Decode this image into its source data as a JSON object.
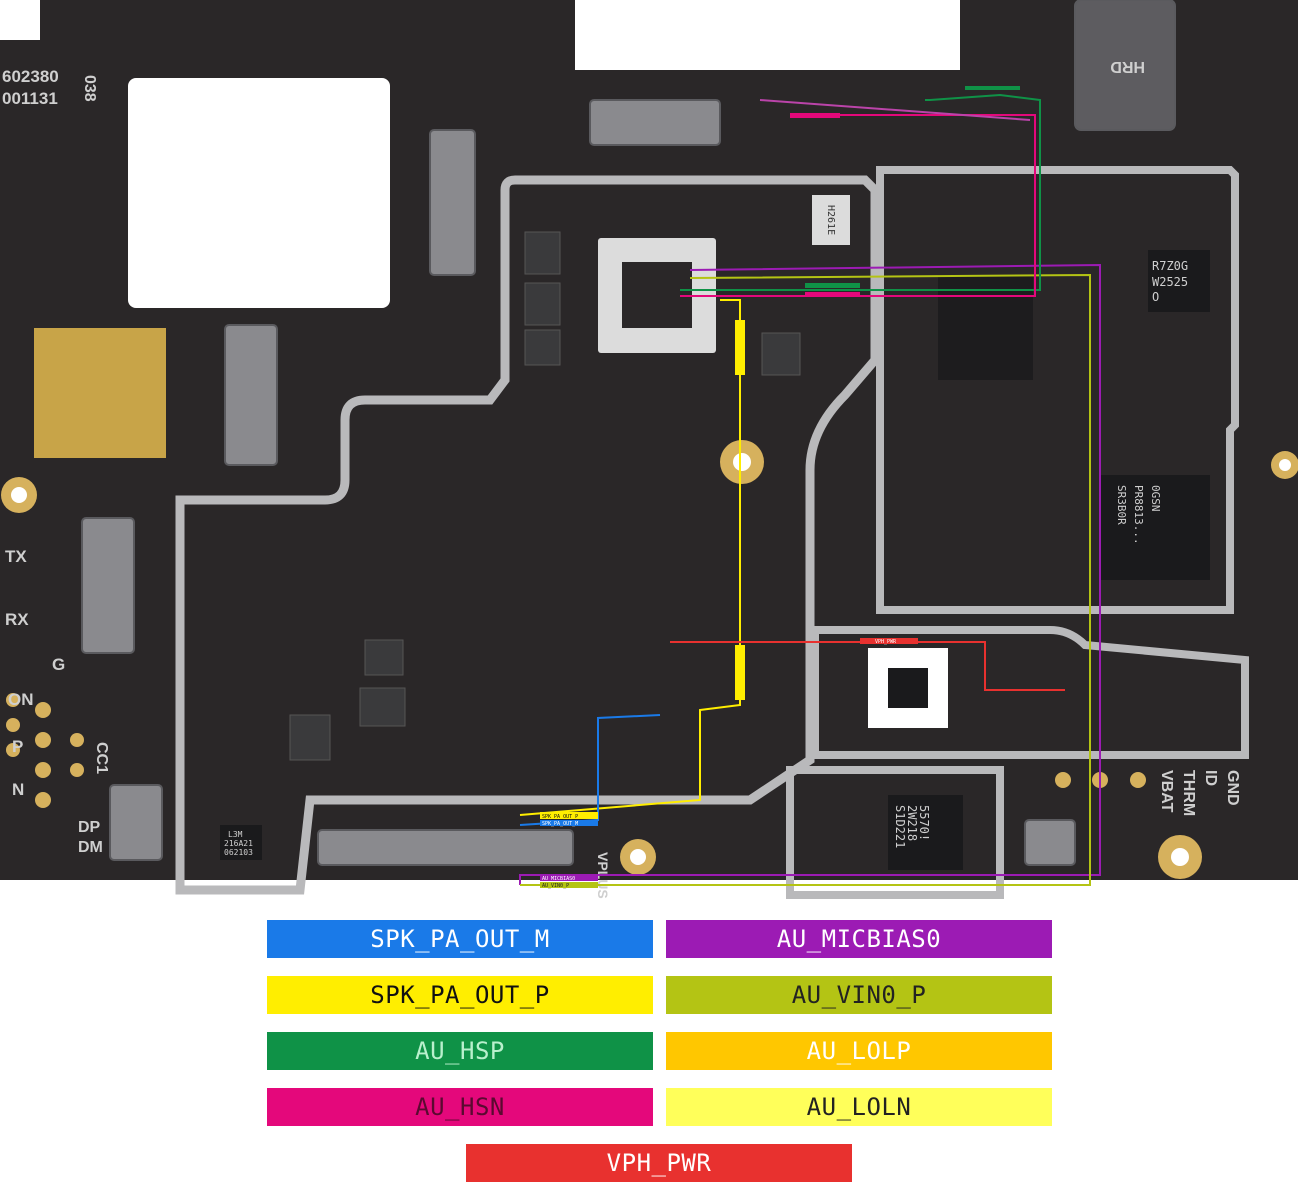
{
  "board": {
    "silkscreen_left": [
      "602380",
      "001131",
      "TX",
      "RX",
      "G",
      "ON",
      "P",
      "N",
      "CC1",
      "DP",
      "DM"
    ],
    "silkscreen_bottom_right": [
      "VBAT",
      "THRM",
      "ID",
      "GND"
    ],
    "vplus_label": "VPLUS",
    "hrd_label": "HRD",
    "top_text": "038",
    "chip_labels": {
      "ic_right_top": [
        "R7Z0G",
        "W2525",
        "O"
      ],
      "ic_right_mid": [
        "SR3B0R",
        "PR8813...",
        "0GSN"
      ],
      "ic_bottom": [
        "5570!",
        "2W218",
        "S1D221"
      ],
      "ic_small_left": [
        "L3M",
        "216A21",
        "062103"
      ],
      "ic_cap": "H261E"
    },
    "trace_tags": {
      "spk_p": "SPK_PA_OUT_P",
      "spk_m": "SPK_PA_OUT_M",
      "micbias": "AU_MICBIAS0",
      "vin": "AU_VIN0_P",
      "vph": "VPH_PWR"
    }
  },
  "legend": [
    {
      "label": "SPK_PA_OUT_M",
      "color": "#1a7ae8",
      "text_color": "#ffffff"
    },
    {
      "label": "AU_MICBIAS0",
      "color": "#9c1bb4",
      "text_color": "#ffffff"
    },
    {
      "label": "SPK_PA_OUT_P",
      "color": "#ffee00",
      "text_color": "#111111"
    },
    {
      "label": "AU_VIN0_P",
      "color": "#b4c414",
      "text_color": "#222222"
    },
    {
      "label": "AU_HSP",
      "color": "#0f9247",
      "text_color": "#b9f0cd"
    },
    {
      "label": "AU_LOLP",
      "color": "#ffc700",
      "text_color": "#ffffff"
    },
    {
      "label": "AU_HSN",
      "color": "#e4087b",
      "text_color": "#5a0a30"
    },
    {
      "label": "AU_LOLN",
      "color": "#ffff5a",
      "text_color": "#222222"
    },
    {
      "label": "VPH_PWR",
      "color": "#e8312f",
      "text_color": "#ffffff"
    }
  ]
}
